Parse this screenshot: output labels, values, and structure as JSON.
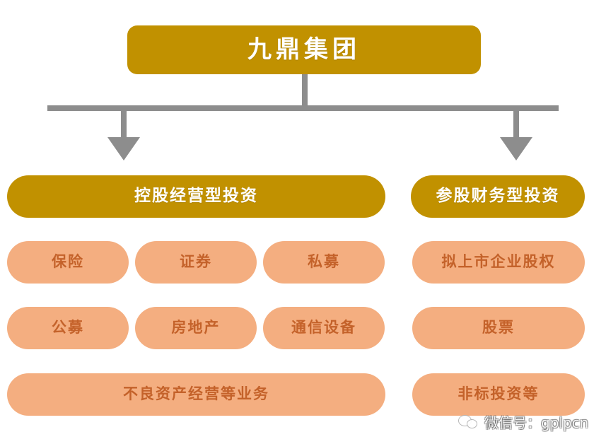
{
  "diagram": {
    "type": "organizational-hierarchy",
    "root": {
      "label": "九鼎集团",
      "color": "#c19100",
      "text_color": "#ffffff"
    },
    "connector": {
      "color": "#8d8d8d",
      "style": "stem-to-bar-with-two-down-arrows",
      "arrow_count": 2
    },
    "branches": [
      {
        "id": "holding-operating",
        "header": {
          "label": "控股经营型投资",
          "color": "#c19100",
          "text_color": "#ffffff"
        },
        "rows": [
          {
            "items": [
              {
                "label": "保险"
              },
              {
                "label": "证券"
              },
              {
                "label": "私募"
              }
            ]
          },
          {
            "items": [
              {
                "label": "公募"
              },
              {
                "label": "房地产"
              },
              {
                "label": "通信设备"
              }
            ]
          },
          {
            "items": [
              {
                "label": "不良资产经营等业务"
              }
            ]
          }
        ],
        "leaf_color": "#f4ae80",
        "leaf_text_color": "#c4622a"
      },
      {
        "id": "minority-financial",
        "header": {
          "label": "参股财务型投资",
          "color": "#c19100",
          "text_color": "#ffffff"
        },
        "rows": [
          {
            "items": [
              {
                "label": "拟上市企业股权"
              }
            ]
          },
          {
            "items": [
              {
                "label": "股票"
              }
            ]
          },
          {
            "items": [
              {
                "label": "非标投资等"
              }
            ]
          }
        ],
        "leaf_color": "#f4ae80",
        "leaf_text_color": "#c4622a"
      }
    ]
  },
  "watermark": {
    "icon": "wechat-icon",
    "text": "微信号：gplpcn"
  }
}
